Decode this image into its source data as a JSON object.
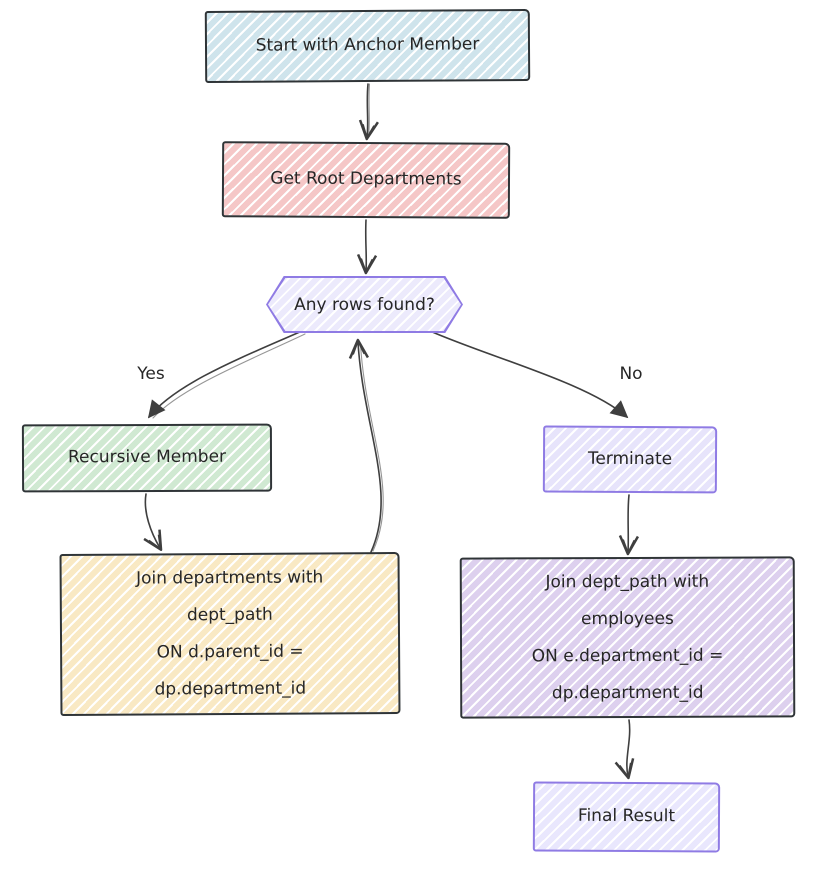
{
  "theme": {
    "background": "#ffffff",
    "edge_color": "#3f3f3f",
    "text_color": "#262626",
    "hatch_gap_color": "#ffffff"
  },
  "diagram_type": "flowchart",
  "nodes": {
    "start": {
      "label": "Start with Anchor Member",
      "shape": "rect",
      "fill": "#cfe4ec",
      "border": "#2f3437"
    },
    "get_root": {
      "label": "Get Root Departments",
      "shape": "rect",
      "fill": "#f5c7c7",
      "border": "#2f3437"
    },
    "any_rows": {
      "label": "Any rows found?",
      "shape": "hexagon",
      "fill": "#eceafc",
      "border": "#8f7be4"
    },
    "recursive": {
      "label": "Recursive Member",
      "shape": "rect",
      "fill": "#d0e9d2",
      "border": "#2f3437"
    },
    "terminate": {
      "label": "Terminate",
      "shape": "rect",
      "fill": "#e7e4fb",
      "border": "#8f7be4"
    },
    "join_departments": {
      "shape": "rect",
      "fill": "#f9e9c4",
      "border": "#2f3437",
      "lines": [
        "Join departments with",
        "dept_path",
        "ON d.parent_id =",
        "dp.department_id"
      ]
    },
    "join_employees": {
      "shape": "rect",
      "fill": "#ddd0ee",
      "border": "#2f3437",
      "lines": [
        "Join dept_path with",
        "employees",
        "ON e.department_id =",
        "dp.department_id"
      ]
    },
    "final": {
      "label": "Final Result",
      "shape": "rect",
      "fill": "#e9e7fd",
      "border": "#8f7be4"
    }
  },
  "edges": {
    "yes": {
      "label": "Yes",
      "from": "any_rows",
      "to": "recursive"
    },
    "no": {
      "label": "No",
      "from": "any_rows",
      "to": "terminate"
    },
    "start_to_get_root": {
      "from": "start",
      "to": "get_root"
    },
    "get_root_to_any_rows": {
      "from": "get_root",
      "to": "any_rows"
    },
    "recursive_to_join": {
      "from": "recursive",
      "to": "join_departments"
    },
    "join_loop_to_any_rows": {
      "from": "join_departments",
      "to": "any_rows"
    },
    "terminate_to_join": {
      "from": "terminate",
      "to": "join_employees"
    },
    "join_to_final": {
      "from": "join_employees",
      "to": "final"
    }
  }
}
